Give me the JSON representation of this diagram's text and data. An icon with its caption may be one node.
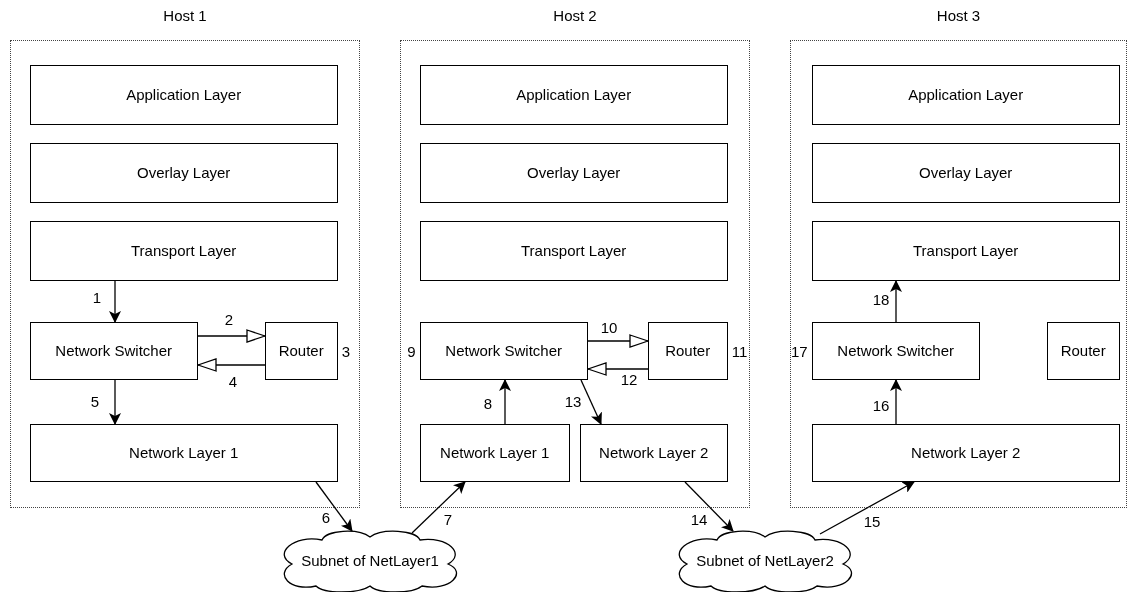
{
  "diagram": {
    "nodes": [
      {
        "text": [
          "Host 1"
        ]
      },
      {
        "text": [
          "Application Layer"
        ],
        "in": 0
      },
      {
        "text": [
          "Overlay Layer"
        ],
        "in": 0
      },
      {
        "text": [
          "Transport Layer"
        ],
        "in": 0
      },
      {
        "text": [
          "Network Switcher"
        ],
        "in": 0
      },
      {
        "text": [
          "Router"
        ],
        "in": 0,
        "beside": [
          "3"
        ]
      },
      {
        "text": [
          "Network Layer 1"
        ],
        "in": 0
      },
      {
        "text": [
          "Host 2"
        ]
      },
      {
        "text": [
          "Application Layer"
        ],
        "in": 7
      },
      {
        "text": [
          "Overlay Layer"
        ],
        "in": 7
      },
      {
        "text": [
          "Transport Layer"
        ],
        "in": 7
      },
      {
        "text": [
          "Network Switcher"
        ],
        "in": 7,
        "beside": [
          "9"
        ]
      },
      {
        "text": [
          "Router"
        ],
        "in": 7,
        "beside": [
          "11"
        ]
      },
      {
        "text": [
          "Network Layer 1"
        ],
        "in": 7
      },
      {
        "text": [
          "Network Layer 2"
        ],
        "in": 7
      },
      {
        "text": [
          "Host 3"
        ]
      },
      {
        "text": [
          "Application Layer"
        ],
        "in": 15
      },
      {
        "text": [
          "Overlay Layer"
        ],
        "in": 15
      },
      {
        "text": [
          "Transport Layer"
        ],
        "in": 15
      },
      {
        "text": [
          "Network Switcher"
        ],
        "in": 15,
        "beside": [
          "17"
        ]
      },
      {
        "text": [
          "Router"
        ],
        "in": 15
      },
      {
        "text": [
          "Network Layer 2"
        ],
        "in": 15
      },
      {
        "text": [
          "Subnet of NetLayer1"
        ]
      },
      {
        "text": [
          "Subnet of NetLayer2"
        ]
      }
    ],
    "edges": [
      {
        "from": 3,
        "to": 4,
        "arrow": "to",
        "label": "1"
      },
      {
        "from": 4,
        "to": 5,
        "arrow": "to",
        "label": "2"
      },
      {
        "from": 5,
        "to": 4,
        "arrow": "to",
        "label": "4"
      },
      {
        "from": 4,
        "to": 6,
        "arrow": "to",
        "label": "5"
      },
      {
        "from": 6,
        "to": 22,
        "arrow": "to",
        "label": "6"
      },
      {
        "from": 22,
        "to": 13,
        "arrow": "to",
        "label": "7"
      },
      {
        "from": 13,
        "to": 11,
        "arrow": "to",
        "label": "8"
      },
      {
        "from": 11,
        "to": 12,
        "arrow": "to",
        "label": "10"
      },
      {
        "from": 12,
        "to": 11,
        "arrow": "to",
        "label": "12"
      },
      {
        "from": 11,
        "to": 14,
        "arrow": "to",
        "label": "13"
      },
      {
        "from": 14,
        "to": 23,
        "arrow": "to",
        "label": "14"
      },
      {
        "from": 23,
        "to": 21,
        "arrow": "to",
        "label": "15"
      },
      {
        "from": 21,
        "to": 19,
        "arrow": "to",
        "label": "16"
      },
      {
        "from": 19,
        "to": 18,
        "arrow": "to",
        "label": "18"
      }
    ]
  }
}
